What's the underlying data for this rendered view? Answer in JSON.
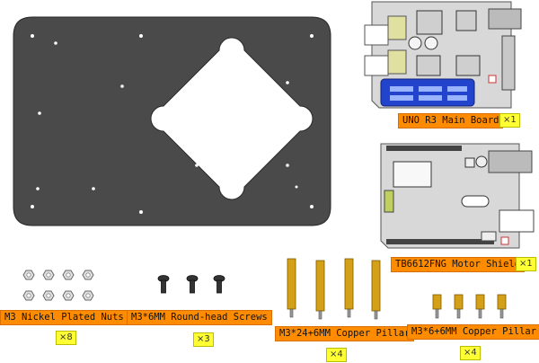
{
  "parts": {
    "main_board": {
      "label": "UNO R3 Main Board",
      "qty": "×1"
    },
    "motor_shield": {
      "label": "TB6612FNG Motor Shield",
      "qty": "×1"
    },
    "nuts": {
      "label": "M3 Nickel Plated Nuts",
      "qty": "×8"
    },
    "screws": {
      "label": "M3*6MM Round-head Screws",
      "qty": "×3"
    },
    "pillar_long": {
      "label": "M3*24+6MM Copper Pillar",
      "qty": "×4"
    },
    "pillar_short": {
      "label": "M3*6+6MM Copper Pillar",
      "qty": "×4"
    }
  },
  "colors": {
    "plate": "#4a4a4a",
    "label_bg": "#ff8c00",
    "qty_bg": "#ffff33",
    "brass": "#d4a017"
  }
}
